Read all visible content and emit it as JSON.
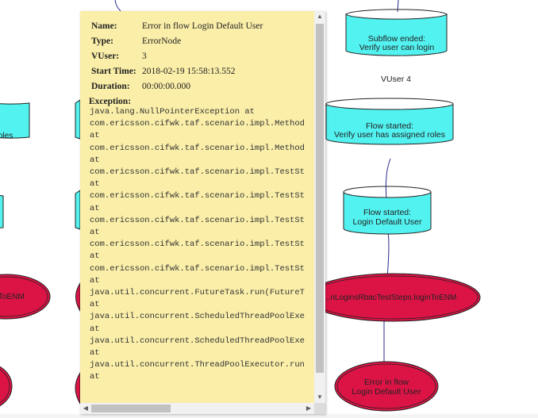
{
  "graph": {
    "nodes": [
      {
        "line1": "Subflow ended:",
        "line2": "Verify user can login"
      },
      {
        "line1": "Flow started:",
        "line2": "Verify user has assigned roles"
      },
      {
        "line1": "Flow started:",
        "line2": "Login Default User"
      },
      {
        "line1": "Error in flow",
        "line2": "Login Default User"
      },
      {
        "line1": "...nLoginsRbacTestSteps.loginToENM",
        "line2": ""
      },
      {
        "line1": "oles",
        "line2": ""
      },
      {
        "line1": "ToENM",
        "line2": ""
      }
    ],
    "vuser_label": "VUser 4",
    "colors": {
      "cyan": "#52f2f0",
      "crimson": "#dc1446",
      "line": "#2a2a8c"
    }
  },
  "tooltip": {
    "fields": [
      {
        "key": "Name:",
        "value": "Error in flow Login Default User"
      },
      {
        "key": "Type:",
        "value": "ErrorNode"
      },
      {
        "key": "VUser:",
        "value": "3"
      },
      {
        "key": "Start Time:",
        "value": "2018-02-19 15:58:13.552"
      },
      {
        "key": "Duration:",
        "value": "00:00:00.000"
      }
    ],
    "exception_label": "Exception:",
    "trace": [
      "java.lang.NullPointerException at",
      "com.ericsson.cifwk.taf.scenario.impl.Method",
      "at",
      "com.ericsson.cifwk.taf.scenario.impl.Method",
      "at",
      "com.ericsson.cifwk.taf.scenario.impl.TestSt",
      "at",
      "com.ericsson.cifwk.taf.scenario.impl.TestSt",
      "at",
      "com.ericsson.cifwk.taf.scenario.impl.TestSt",
      "at",
      "com.ericsson.cifwk.taf.scenario.impl.TestSt",
      "at",
      "com.ericsson.cifwk.taf.scenario.impl.TestSt",
      "at",
      "java.util.concurrent.FutureTask.run(FutureT",
      "at",
      "java.util.concurrent.ScheduledThreadPoolExe",
      "at",
      "java.util.concurrent.ScheduledThreadPoolExe",
      "at",
      "java.util.concurrent.ThreadPoolExecutor.run",
      "at"
    ]
  }
}
